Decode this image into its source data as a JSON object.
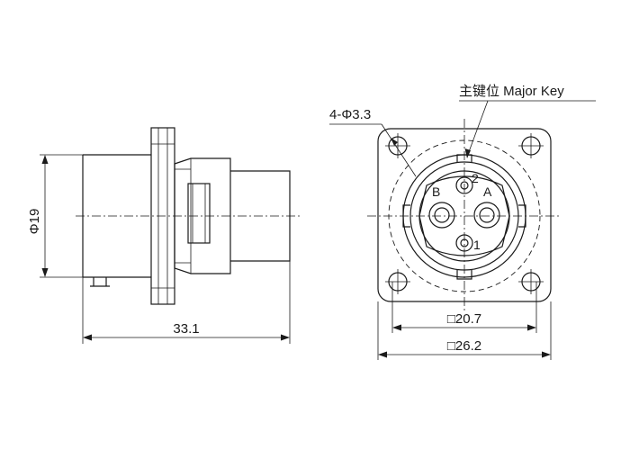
{
  "side_view": {
    "diameter_label": "Φ19",
    "length_label": "33.1"
  },
  "front_view": {
    "hole_label": "4-Φ3.3",
    "key_label": "主键位 Major Key",
    "pins": {
      "pin_1": "1",
      "pin_2": "2",
      "pin_a": "A",
      "pin_b": "B"
    },
    "inner_square_label": "□20.7",
    "outer_square_label": "□26.2"
  }
}
